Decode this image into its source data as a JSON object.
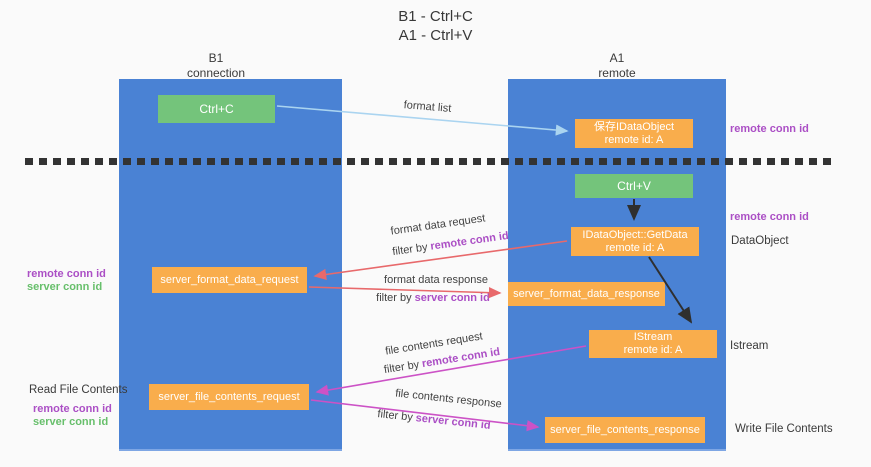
{
  "title": {
    "line1": "B1 - Ctrl+C",
    "line2": "A1 - Ctrl+V"
  },
  "lanes": {
    "left": {
      "name": "B1",
      "role": "connection"
    },
    "right": {
      "name": "A1",
      "role": "remote"
    }
  },
  "nodes": {
    "ctrl_c": "Ctrl+C",
    "ctrl_v": "Ctrl+V",
    "save_idataobject": {
      "title": "保存IDataObject",
      "subtitle": "remote id: A"
    },
    "getdata": {
      "title": "IDataObject::GetData",
      "subtitle": "remote id: A"
    },
    "istream": {
      "title": "IStream",
      "subtitle": "remote id: A"
    },
    "format_request": "server_format_data_request",
    "format_response": "server_format_data_response",
    "file_request": "server_file_contents_request",
    "file_response": "server_file_contents_response"
  },
  "arrow_labels": {
    "format_list": "format list",
    "format_data_request": "format data request",
    "format_data_response": "format data response",
    "file_contents_request": "file contents request",
    "file_contents_response": "file contents response",
    "filter_by": "filter by",
    "remote_conn_id": "remote conn id",
    "server_conn_id": "server conn id"
  },
  "annotations": {
    "remote_conn_id_top": "remote conn id",
    "remote_conn_id_mid": "remote conn id",
    "dataobject": "DataObject",
    "istream": "Istream",
    "write_file_contents": "Write File Contents",
    "read_file_contents": "Read File Contents",
    "left_remote_conn_id": "remote conn id",
    "left_server_conn_id": "server conn id",
    "bottom_remote_conn_id": "remote conn id",
    "bottom_server_conn_id": "server conn id"
  },
  "colors": {
    "lane_blue": "#4a82d4",
    "box_green": "#74c47b",
    "box_orange": "#f9ad4c",
    "arrow_red": "#e8696b",
    "arrow_magenta": "#cc52c6",
    "arrow_lightblue": "#aad4f0",
    "arrow_black": "#2f2f2f",
    "text_purple": "#ab4fc5",
    "text_green": "#67bf6b",
    "background": "#fafafa"
  }
}
